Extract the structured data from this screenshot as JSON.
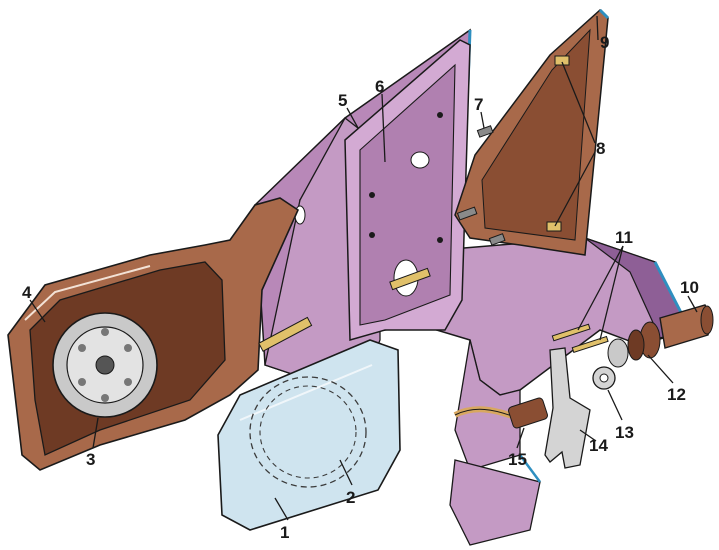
{
  "callouts": [
    "1",
    "2",
    "3",
    "4",
    "5",
    "6",
    "7",
    "8",
    "9",
    "10",
    "11",
    "12",
    "13",
    "14",
    "15"
  ],
  "colors": {
    "mirror_housing": "#a8694a",
    "housing_dark": "#6e3a24",
    "door_panel": "#c49ac4",
    "door_panel_dark": "#8e5f96",
    "glass": "#cfe4ef",
    "metal": "#c9c9c9",
    "edge_accent": "#2e8fc0",
    "outline": "#1a1a1a"
  }
}
